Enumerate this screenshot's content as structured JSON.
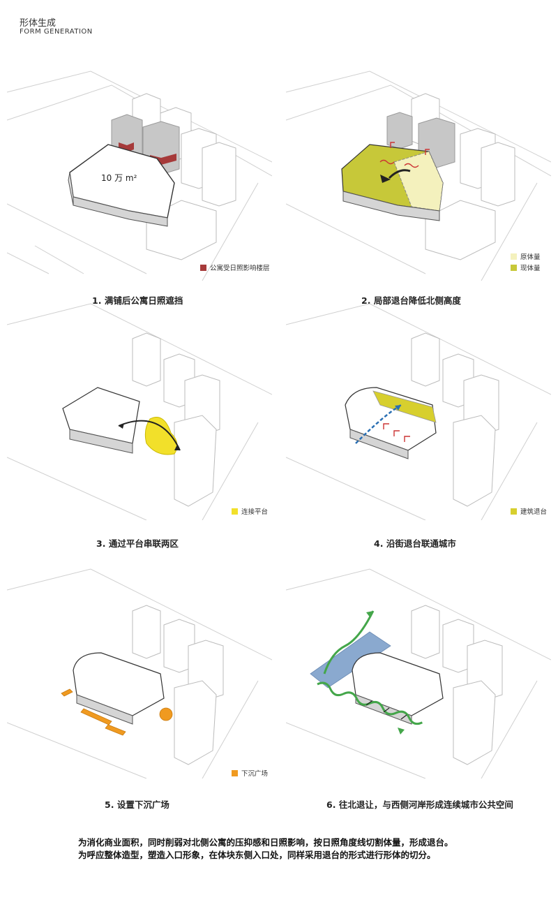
{
  "header": {
    "title_cn": "形体生成",
    "title_en": "FORM GENERATION"
  },
  "colors": {
    "apartment_affected": "#a63a3a",
    "original_volume": "#f4f1bd",
    "current_volume": "#c7c839",
    "platform": "#f2e02a",
    "terrace": "#d7cf2e",
    "sunken_plaza": "#f09a20",
    "river": "#8aa9cf",
    "green_path": "#44a64a"
  },
  "panels": [
    {
      "number": "1.",
      "caption": "满铺后公寓日照遮挡",
      "area_label": "10 万 m²",
      "legend": [
        {
          "label": "公寓受日照影响楼层",
          "color": "#a63a3a"
        }
      ]
    },
    {
      "number": "2.",
      "caption": "局部退台降低北侧高度",
      "legend": [
        {
          "label": "原体量",
          "color": "#f4f1bd"
        },
        {
          "label": "现体量",
          "color": "#c7c839"
        }
      ]
    },
    {
      "number": "3.",
      "caption": "通过平台串联两区",
      "legend": [
        {
          "label": "连接平台",
          "color": "#f2e02a"
        }
      ]
    },
    {
      "number": "4.",
      "caption": "沿街退台联通城市",
      "legend": [
        {
          "label": "建筑退台",
          "color": "#d7cf2e"
        }
      ]
    },
    {
      "number": "5.",
      "caption": "设置下沉广场",
      "legend": [
        {
          "label": "下沉广场",
          "color": "#f09a20"
        }
      ]
    },
    {
      "number": "6.",
      "caption": "往北退让，与西侧河岸形成连续城市公共空间",
      "legend": []
    }
  ],
  "summary": [
    "为消化商业面积，同时削弱对北侧公寓的压抑感和日照影响，按日照角度线切割体量，形成退台。",
    "为呼应整体造型，塑造入口形象，在体块东侧入口处，同样采用退台的形式进行形体的切分。"
  ]
}
